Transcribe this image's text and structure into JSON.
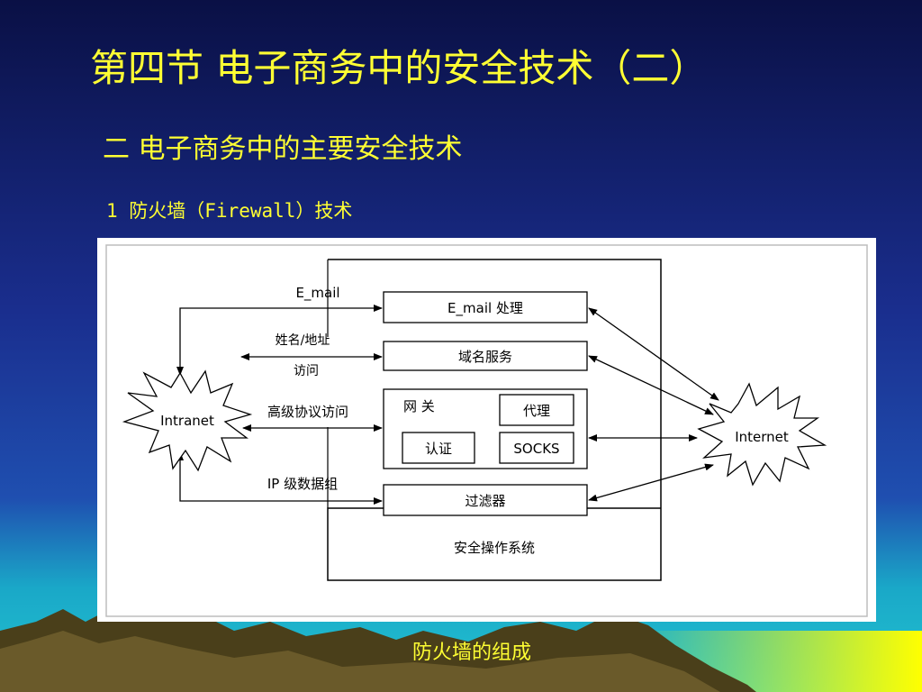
{
  "slide": {
    "title": "第四节  电子商务中的安全技术（二）",
    "subtitle": "二  电子商务中的主要安全技术",
    "section": "1  防火墙（Firewall）技术",
    "caption": "防火墙的组成"
  },
  "colors": {
    "title_text": "#ffff33",
    "background_top": "#0b1550",
    "background_mid": "#1e3aa0",
    "background_bottom": "#19b4c8",
    "diagram_frame": "#d9d9d9"
  },
  "diagram": {
    "intranet": "Intranet",
    "internet": "Internet",
    "labels": {
      "email": "E_mail",
      "name_address": "姓名/地址",
      "access": "访问",
      "high_protocol": "高级协议访问",
      "ip_packet": "IP 级数据组"
    },
    "boxes": {
      "email_processing": "E_mail 处理",
      "domain_service": "域名服务",
      "gateway": "网  关",
      "proxy": "代理",
      "auth": "认证",
      "socks": "SOCKS",
      "filter": "过滤器",
      "secure_os": "安全操作系统"
    }
  }
}
